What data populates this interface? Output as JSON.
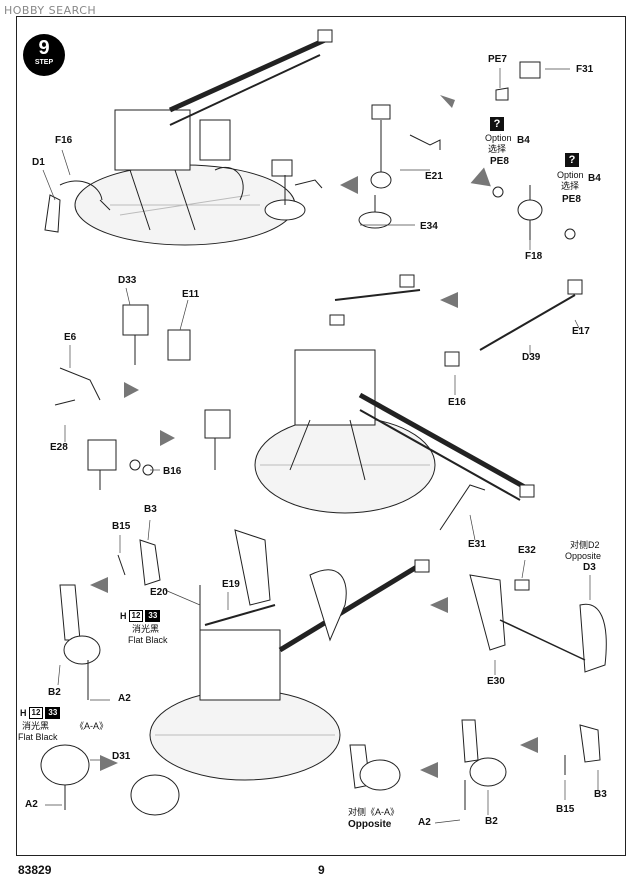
{
  "watermark": "HOBBY SEARCH",
  "step": {
    "number": "9",
    "word": "STEP"
  },
  "footer": {
    "kit_number": "83829",
    "page_number": "9"
  },
  "paint": {
    "code_h": "H",
    "code_1": "12",
    "code_2": "33",
    "name_cn": "消光黑",
    "name_en": "Flat Black"
  },
  "option": {
    "label_en": "Option",
    "label_cn": "选择"
  },
  "section_aa": "《A-A》",
  "opposite_cn": "对侧",
  "opposite_en": "Opposite",
  "opposite_d2_cn": "对侧D2",
  "parts": {
    "F16": "F16",
    "D1": "D1",
    "PE7": "PE7",
    "F31": "F31",
    "B4": "B4",
    "PE8": "PE8",
    "E21": "E21",
    "E34": "E34",
    "F18": "F18",
    "D33": "D33",
    "E11": "E11",
    "E6": "E6",
    "E28": "E28",
    "B16": "B16",
    "E17": "E17",
    "D39": "D39",
    "E16": "E16",
    "E31": "E31",
    "B15": "B15",
    "B3": "B3",
    "E20": "E20",
    "E19": "E19",
    "E32": "E32",
    "D3": "D3",
    "E30": "E30",
    "B2": "B2",
    "A2": "A2",
    "D31": "D31"
  },
  "icons": [
    "step-badge-icon",
    "option-question-icon",
    "arrow-icon",
    "gun-assembly-icon"
  ]
}
